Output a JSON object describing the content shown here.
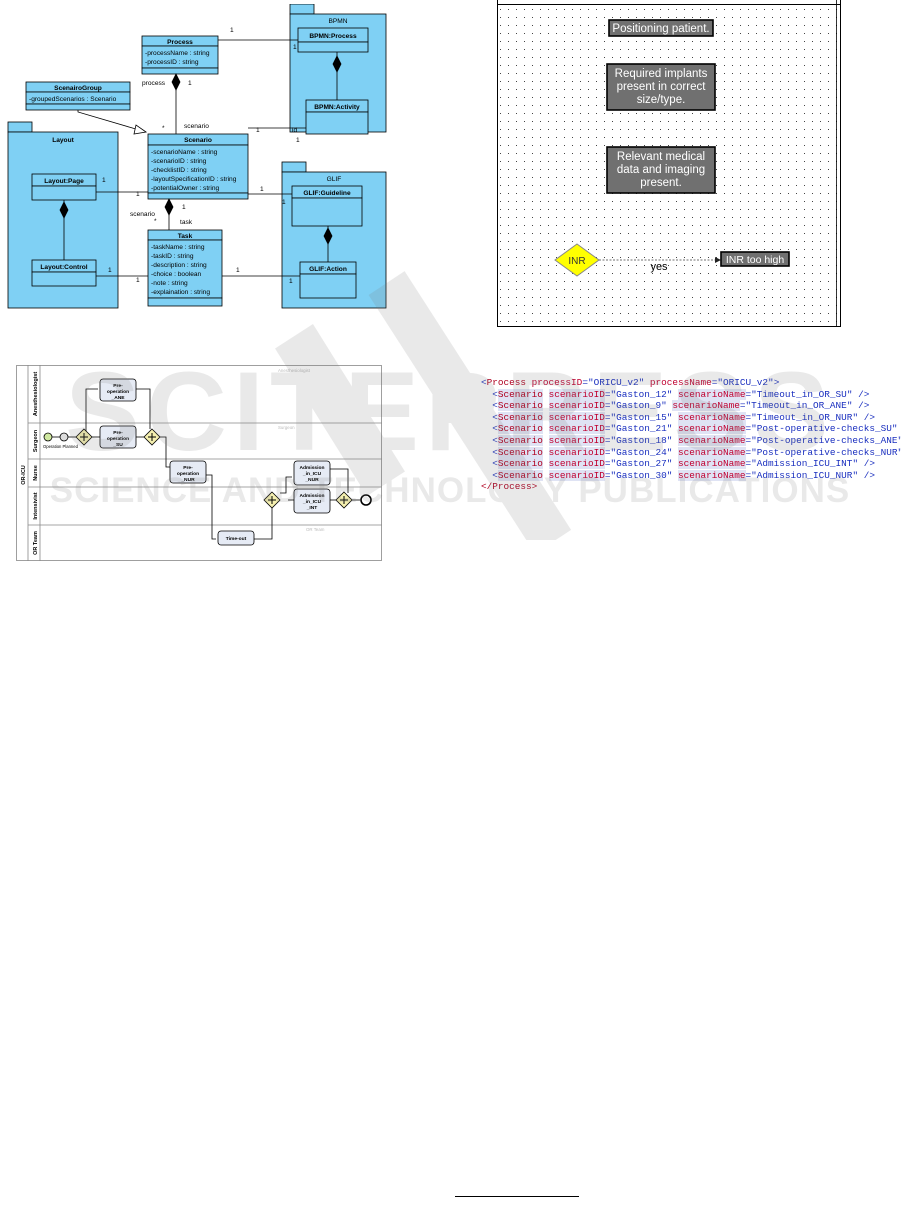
{
  "uml": {
    "bpmn_pkg": "BPMN",
    "bpmn_process": "BPMN:Process",
    "bpmn_activity": "BPMN:Activity",
    "process": {
      "title": "Process",
      "attrs": [
        "-processName : string",
        "-processID : string"
      ]
    },
    "scenario_group": {
      "title": "ScenairoGroup",
      "attrs": [
        "-groupedScenarios : Scenario"
      ]
    },
    "layout_pkg": "Layout",
    "layout_page": "Layout:Page",
    "layout_control": "Layout:Control",
    "scenario": {
      "title": "Scenario",
      "attrs": [
        "-scenarioName : string",
        "-scenarioID : string",
        "-checklistID : string",
        "-layoutSpecificationID : string",
        "-potentialOwner : string"
      ]
    },
    "glif_pkg": "GLIF",
    "glif_guideline": "GLIF:Guideline",
    "glif_action": "GLIF:Action",
    "task": {
      "title": "Task",
      "attrs": [
        "-taskName : string",
        "-taskID : string",
        "-description : string",
        "-choice : boolean",
        "-note : string",
        "-explaination : string"
      ]
    },
    "labels": {
      "one": "1",
      "star": "*",
      "process_role": "process",
      "scenario_role": "scenario",
      "task_role": "task",
      "id_role": "id"
    }
  },
  "flowchart": {
    "box1": [
      "Positioning patient."
    ],
    "box2": [
      "Required implants",
      "present in correct",
      "size/type."
    ],
    "box3": [
      "Relevant medical",
      "data and imaging",
      "present."
    ],
    "diamond": "INR",
    "edge_label": "yes",
    "result": "INR too high"
  },
  "bpmn": {
    "pool": "OR-ICU",
    "lanes": [
      "Anesthesiologist",
      "Surgeon",
      "Nurse",
      "Intensivist",
      "OR Team"
    ],
    "lane_watermarks": [
      "Anesthesiologist",
      "Surgeon",
      "Nurse",
      "",
      "OR Team"
    ],
    "start_label": "Operation Planned",
    "tasks": {
      "pre_ane": [
        "Pre-",
        "operation",
        "_ANE"
      ],
      "pre_su": [
        "Pre-",
        "operation",
        "_SU"
      ],
      "pre_nur": [
        "Pre-",
        "operation",
        "_NUR"
      ],
      "timeout": [
        "Time-out"
      ],
      "adm_nur": [
        "Admission",
        "_in_ICU",
        "_NUR"
      ],
      "adm_int": [
        "Admission",
        "_in_ICU",
        "_INT"
      ]
    }
  },
  "xml": {
    "open": {
      "tag": "Process",
      "attrs": [
        [
          "processID",
          "ORICU_v2"
        ],
        [
          "processName",
          "ORICU_v2"
        ]
      ]
    },
    "scenarios": [
      [
        "Gaston_12",
        "Timeout_in_OR_SU"
      ],
      [
        "Gaston_9",
        "Timeout_in_OR_ANE"
      ],
      [
        "Gaston_15",
        "Timeout_in_OR_NUR"
      ],
      [
        "Gaston_21",
        "Post-operative-checks_SU"
      ],
      [
        "Gaston_18",
        "Post-operative-checks_ANE"
      ],
      [
        "Gaston_24",
        "Post-operative-checks_NUR"
      ],
      [
        "Gaston_27",
        "Admission_ICU_INT"
      ],
      [
        "Gaston_30",
        "Admission_ICU_NUR"
      ]
    ],
    "child_tag": "Scenario",
    "attr_id": "scenarioID",
    "attr_name": "scenarioName",
    "close": "</Process>"
  },
  "watermark": {
    "logo": "SCITEPRESS",
    "tagline": "SCIENCE AND TECHNOLOGY PUBLICATIONS"
  },
  "colors": {
    "uml_fill": "#7fd0f4",
    "flow_box": "#707070",
    "diamond": "#ffff00",
    "bpmn_task": "#e6ebf5",
    "xml_tag": "#b00020",
    "xml_val": "#1a2fbf"
  }
}
